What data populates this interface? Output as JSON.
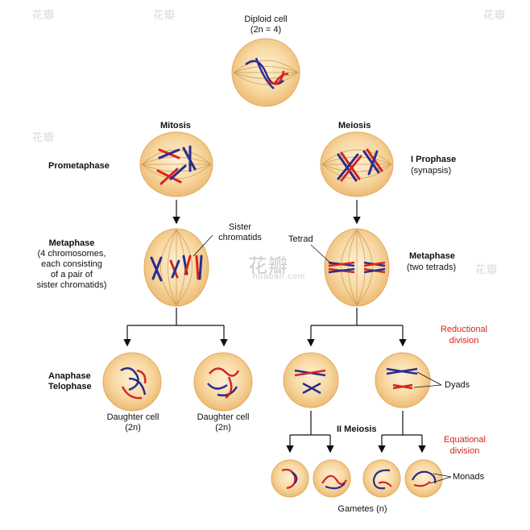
{
  "labels": {
    "diploid_title": "Diploid cell",
    "diploid_ploidy": "(2n = 4)",
    "mitosis": "Mitosis",
    "meiosis": "Meiosis",
    "prometaphase": "Prometaphase",
    "i_prophase": "I Prophase",
    "synapsis": "(synapsis)",
    "metaphase_left": "Metaphase",
    "metaphase_left_desc": [
      "(4 chromosomes,",
      "each consisting",
      "of a pair of",
      "sister chromatids)"
    ],
    "sister_chromatids": [
      "Sister",
      "chromatids"
    ],
    "tetrad": "Tetrad",
    "metaphase_right": "Metaphase",
    "two_tetrads": "(two tetrads)",
    "reductional_division": [
      "Reductional",
      "division"
    ],
    "anaphase_telophase": [
      "Anaphase",
      "Telophase"
    ],
    "daughter_cell_1": [
      "Daughter cell",
      "(2n)"
    ],
    "daughter_cell_2": [
      "Daughter cell",
      "(2n)"
    ],
    "dyads": "Dyads",
    "ii_meiosis": "II Meiosis",
    "equational_division": [
      "Equational",
      "division"
    ],
    "monads": "Monads",
    "gametes": "Gametes (n)"
  },
  "watermark": {
    "brand": "花瓣",
    "site": "huaban.com"
  },
  "colors": {
    "cell_fill_light": "#fbe7c2",
    "cell_fill_dark": "#efbd74",
    "cell_stroke": "#e2a95c",
    "spindle": "#c99a57",
    "chrom_blue": "#2b2c8f",
    "chrom_red": "#d8241f",
    "arrow": "#111111",
    "accent_red": "#d8241f"
  }
}
